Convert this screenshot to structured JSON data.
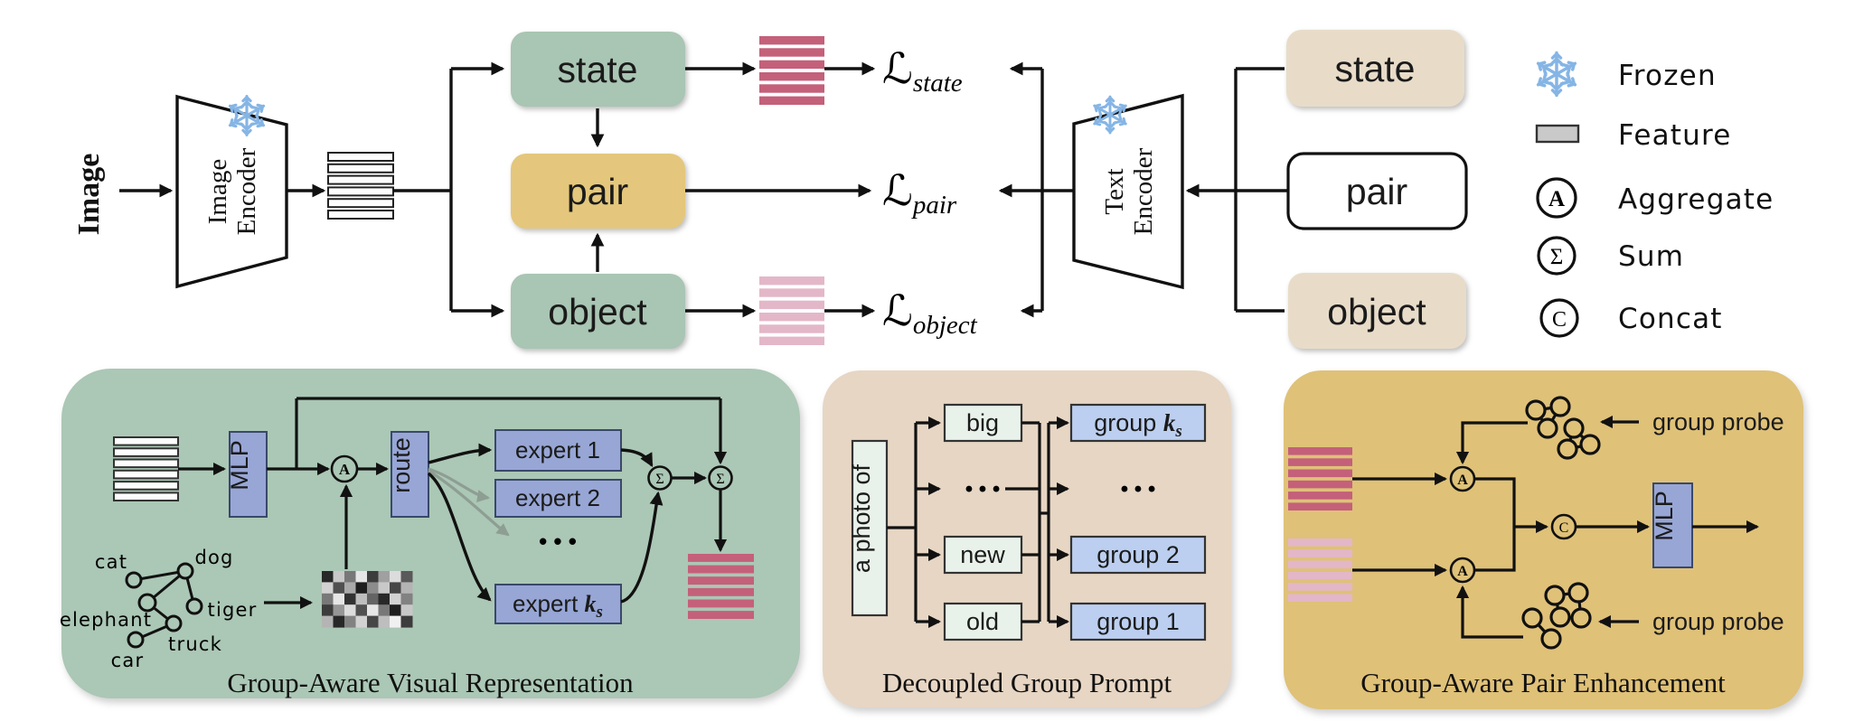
{
  "top": {
    "image_label": "Image",
    "image_encoder": {
      "line1": "Image",
      "line2": "Encoder"
    },
    "text_encoder": {
      "line1": "Text",
      "line2": "Encoder"
    },
    "visual_branches": {
      "state": "state",
      "pair": "pair",
      "object": "object"
    },
    "text_prompts": {
      "state": "state",
      "pair": "pair",
      "object": "object"
    },
    "losses": [
      {
        "symbol": "ℒ",
        "sub": "state"
      },
      {
        "symbol": "ℒ",
        "sub": "pair"
      },
      {
        "symbol": "ℒ",
        "sub": "object"
      }
    ]
  },
  "legend": {
    "items": [
      {
        "icon": "snowflake-icon",
        "label": "Frozen"
      },
      {
        "icon": "feature-bar-icon",
        "label": "Feature"
      },
      {
        "icon": "circle-a-icon",
        "label": "Aggregate",
        "symbol": "A"
      },
      {
        "icon": "circle-sigma-icon",
        "label": "Sum",
        "symbol": "Σ"
      },
      {
        "icon": "circle-c-icon",
        "label": "Concat",
        "symbol": "C"
      }
    ]
  },
  "panels": {
    "visual": {
      "caption": "Group-Aware Visual Representation",
      "mlp": "MLP",
      "route": "route",
      "aggregate_symbol": "A",
      "sum_symbol": "Σ",
      "experts": [
        "expert 1",
        "expert 2"
      ],
      "expert_k": {
        "prefix": "expert ",
        "var": "k",
        "sub": "s"
      },
      "dots": "• • •",
      "graph_nodes": [
        "cat",
        "dog",
        "elephant",
        "tiger",
        "truck",
        "car"
      ]
    },
    "prompt": {
      "caption": "Decoupled Group Prompt",
      "stem": "a photo of",
      "attributes": [
        "big",
        "new",
        "old"
      ],
      "dots": "• • •",
      "group_k": {
        "prefix": "group ",
        "var": "k",
        "sub": "s"
      },
      "group_2": "group 2",
      "group_1": "group 1"
    },
    "pair": {
      "caption": "Group-Aware Pair Enhancement",
      "mlp": "MLP",
      "group_probe": "group probe",
      "aggregate_symbol": "A",
      "concat_symbol": "C"
    }
  },
  "colors": {
    "box_green": "#a9c5b3",
    "box_gold": "#e4c77c",
    "box_beige": "#e8dcc9",
    "panel_green": "#abc7b5",
    "panel_beige": "#e7d6c4",
    "panel_gold": "#dfc178",
    "box_blue": "#97a6d5",
    "box_blue_light": "#bccff0",
    "box_pale_green": "#e9f2ea",
    "feature_white": "#fcfdfc",
    "feature_crimson": "#c4607a",
    "feature_pink": "#e3b7c8",
    "frozen_blue": "#85b5e5",
    "line": "#111111",
    "gray_route": "#8e9e93"
  },
  "similarity_matrix": [
    [
      40,
      200,
      120,
      230,
      60,
      160,
      220,
      90
    ],
    [
      210,
      80,
      170,
      30,
      140,
      200,
      70,
      180
    ],
    [
      120,
      230,
      50,
      190,
      100,
      40,
      210,
      130
    ],
    [
      60,
      150,
      220,
      80,
      230,
      120,
      30,
      200
    ],
    [
      180,
      40,
      130,
      210,
      70,
      190,
      240,
      60
    ]
  ]
}
